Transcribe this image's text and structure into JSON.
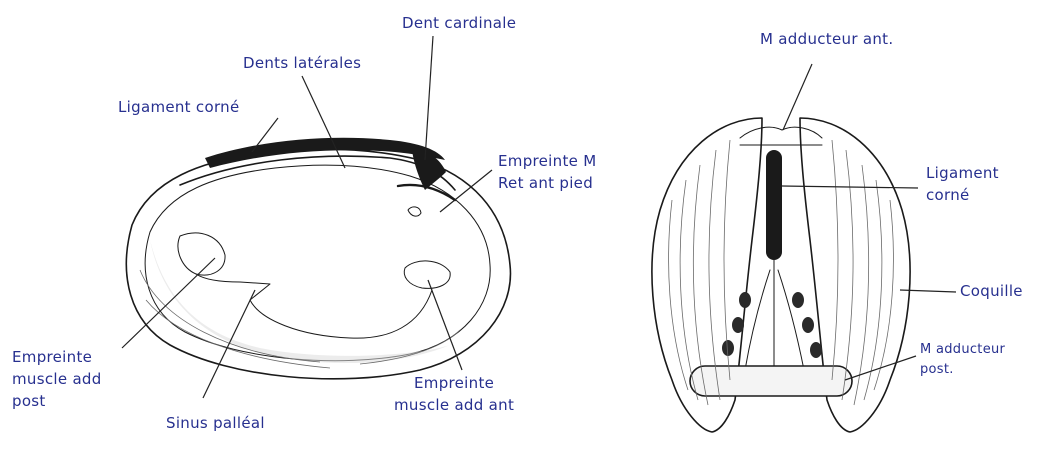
{
  "left_view": {
    "dent_cardinale": "Dent cardinale",
    "dents_laterales": "Dents latérales",
    "ligament_corne": "Ligament corné",
    "empreinte_ret": [
      "Empreinte M",
      "Ret ant pied"
    ],
    "empreinte_post": [
      "Empreinte",
      "muscle add",
      "post"
    ],
    "sinus_palleal": "Sinus palléal",
    "empreinte_ant": [
      "Empreinte",
      "muscle add ant"
    ]
  },
  "right_view": {
    "adducteur_ant": "M adducteur ant.",
    "ligament_corne": [
      "Ligament",
      "corné"
    ],
    "coquille": "Coquille",
    "adducteur_post": [
      "M adducteur",
      "post."
    ]
  },
  "colors": {
    "label": "#27308f",
    "ink": "#1a1a1a"
  }
}
